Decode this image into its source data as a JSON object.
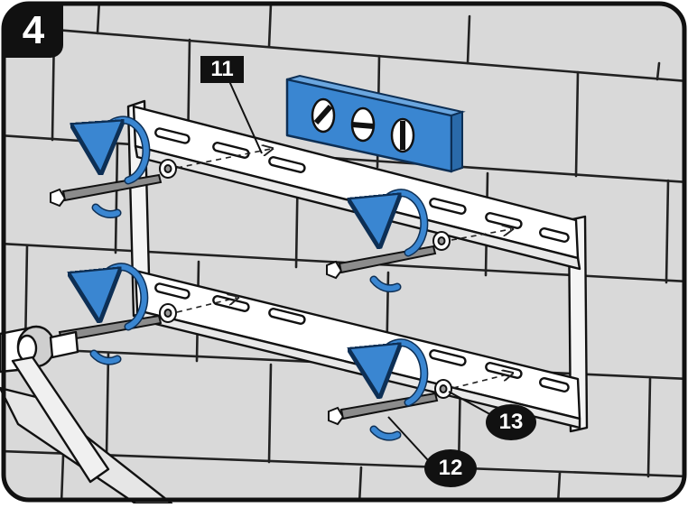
{
  "step": {
    "number": "4"
  },
  "callouts": {
    "bracket": "11",
    "bolt": "12",
    "washer": "13"
  },
  "colors": {
    "wall": "#d9d9d9",
    "mortar": "#222222",
    "bracket": "#ffffff",
    "level": "#3a86d1",
    "rotation_arrow": "#3a86d1",
    "label_bg": "#111111"
  },
  "icons": [
    "step-badge",
    "wall-tiles",
    "wall-bracket",
    "spirit-level",
    "rotate-arrow-icon",
    "lag-bolt",
    "washer",
    "socket-wrench"
  ]
}
